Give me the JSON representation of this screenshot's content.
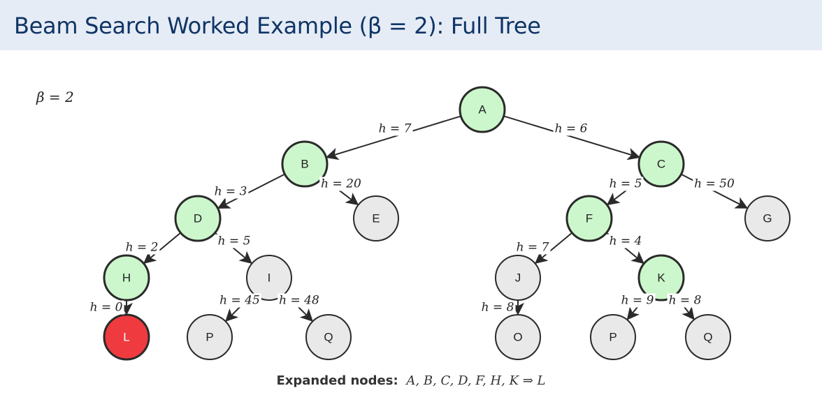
{
  "header": {
    "title": "Beam Search Worked Example (β = 2): Full Tree"
  },
  "beam_label": "β = 2",
  "colors": {
    "expanded": "#ccf7cc",
    "unexpanded": "#e9e9e9",
    "goal": "#ef3b3f",
    "stroke": "#2a2a2a",
    "title": "#0f3466",
    "title_bg": "#e5ecf5"
  },
  "tree": {
    "nodes": [
      {
        "id": "A",
        "label": "A",
        "state": "expanded"
      },
      {
        "id": "B",
        "label": "B",
        "state": "expanded"
      },
      {
        "id": "C",
        "label": "C",
        "state": "expanded"
      },
      {
        "id": "D",
        "label": "D",
        "state": "expanded"
      },
      {
        "id": "E",
        "label": "E",
        "state": "unexpanded"
      },
      {
        "id": "F",
        "label": "F",
        "state": "expanded"
      },
      {
        "id": "G",
        "label": "G",
        "state": "unexpanded"
      },
      {
        "id": "H",
        "label": "H",
        "state": "expanded"
      },
      {
        "id": "I",
        "label": "I",
        "state": "unexpanded"
      },
      {
        "id": "J",
        "label": "J",
        "state": "unexpanded"
      },
      {
        "id": "K",
        "label": "K",
        "state": "expanded"
      },
      {
        "id": "L",
        "label": "L",
        "state": "goal"
      },
      {
        "id": "P1",
        "label": "P",
        "state": "unexpanded"
      },
      {
        "id": "Q1",
        "label": "Q",
        "state": "unexpanded"
      },
      {
        "id": "O",
        "label": "O",
        "state": "unexpanded"
      },
      {
        "id": "P2",
        "label": "P",
        "state": "unexpanded"
      },
      {
        "id": "Q2",
        "label": "Q",
        "state": "unexpanded"
      }
    ],
    "edges": [
      {
        "from": "A",
        "to": "B",
        "label": "h = 7"
      },
      {
        "from": "A",
        "to": "C",
        "label": "h = 6"
      },
      {
        "from": "B",
        "to": "D",
        "label": "h = 3"
      },
      {
        "from": "B",
        "to": "E",
        "label": "h = 20"
      },
      {
        "from": "C",
        "to": "F",
        "label": "h = 5"
      },
      {
        "from": "C",
        "to": "G",
        "label": "h = 50"
      },
      {
        "from": "D",
        "to": "H",
        "label": "h = 2"
      },
      {
        "from": "D",
        "to": "I",
        "label": "h = 5"
      },
      {
        "from": "F",
        "to": "J",
        "label": "h = 7"
      },
      {
        "from": "F",
        "to": "K",
        "label": "h = 4"
      },
      {
        "from": "H",
        "to": "L",
        "label": "h = 0"
      },
      {
        "from": "I",
        "to": "P1",
        "label": "h = 45"
      },
      {
        "from": "I",
        "to": "Q1",
        "label": "h = 48"
      },
      {
        "from": "J",
        "to": "O",
        "label": "h = 8"
      },
      {
        "from": "K",
        "to": "P2",
        "label": "h = 9"
      },
      {
        "from": "K",
        "to": "Q2",
        "label": "h = 8"
      }
    ]
  },
  "footer": {
    "label": "Expanded nodes:",
    "sequence": "A, B, C, D, F, H, K  ⇒  L"
  }
}
